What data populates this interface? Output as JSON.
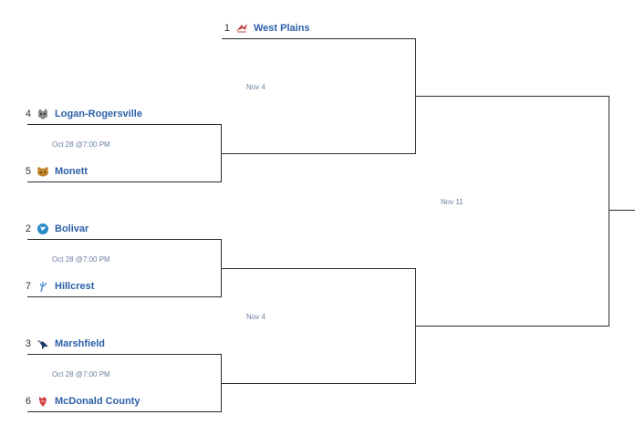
{
  "teams": {
    "west_plains": {
      "seed": "1",
      "name": "West Plains",
      "logo": "arrowhead-icon",
      "color": "#c24a4a"
    },
    "logan": {
      "seed": "4",
      "name": "Logan-Rogersville",
      "logo": "wildcat-icon",
      "color": "#6e6e6e"
    },
    "monett": {
      "seed": "5",
      "name": "Monett",
      "logo": "cub-icon",
      "color": "#c1842a"
    },
    "bolivar": {
      "seed": "2",
      "name": "Bolivar",
      "logo": "globe-icon",
      "color": "#2a8bc7"
    },
    "hillcrest": {
      "seed": "7",
      "name": "Hillcrest",
      "logo": "trident-icon",
      "color": "#4a90d9"
    },
    "marshfield": {
      "seed": "3",
      "name": "Marshfield",
      "logo": "bluejay-icon",
      "color": "#1f3a6b"
    },
    "mcdonald": {
      "seed": "6",
      "name": "McDonald County",
      "logo": "mustang-icon",
      "color": "#d23c3c"
    }
  },
  "games": {
    "qf_top": "Oct 28 @7:00 PM",
    "qf_mid": "Oct 28 @7:00 PM",
    "qf_bottom": "Oct 28 @7:00 PM",
    "sf_top": "Nov 4",
    "sf_bottom": "Nov 4",
    "final": "Nov 11"
  },
  "colors": {
    "team_link": "#2c5fa8",
    "line": "#2b2b2b",
    "meta": "#6b7fa0"
  }
}
